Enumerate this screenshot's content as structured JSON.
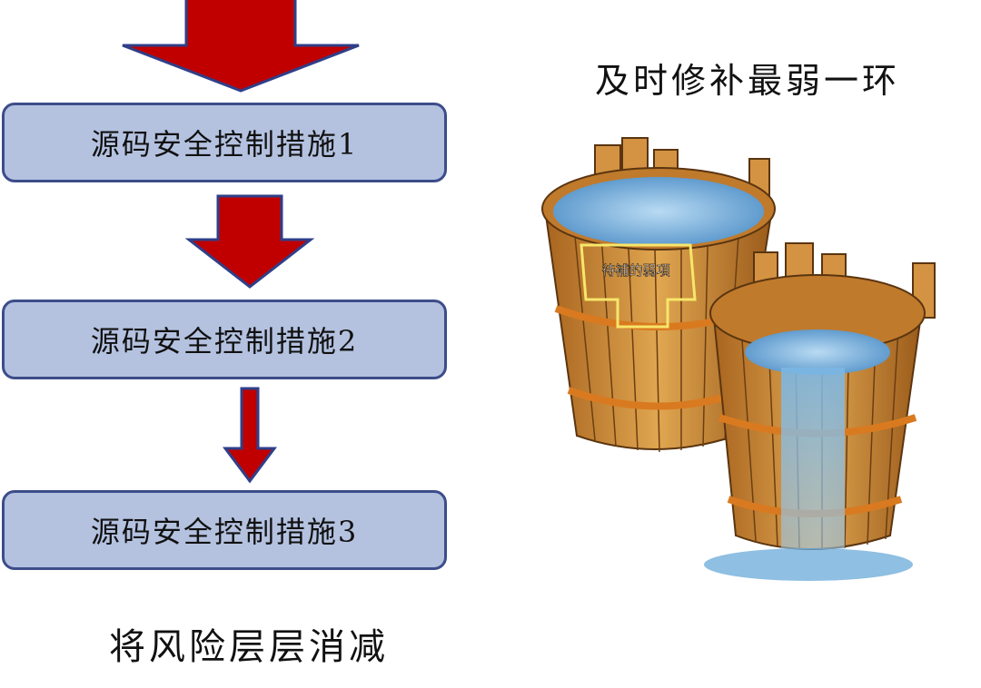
{
  "steps": [
    {
      "label": "源码安全控制措施1"
    },
    {
      "label": "源码安全控制措施2"
    },
    {
      "label": "源码安全控制措施3"
    }
  ],
  "bottom_caption": "将风险层层消减",
  "top_caption": "及时修补最弱一环",
  "bucket_label": "待補的弱項",
  "colors": {
    "arrow_fill": "#c00000",
    "arrow_stroke": "#2f3f8a",
    "box_fill": "#b4c2e0",
    "box_border": "#3d4d8a",
    "wood": "#c98a35",
    "water": "#6aa9d8"
  }
}
